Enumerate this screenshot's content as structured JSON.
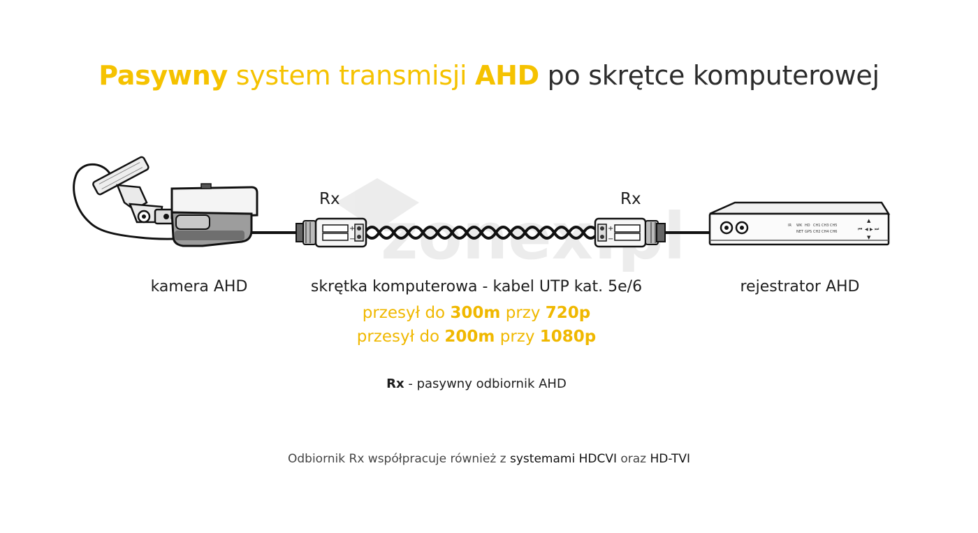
{
  "title": {
    "part1": "Pasywny",
    "part2": " system transmisji ",
    "part3": "AHD",
    "part4": " po skrętce komputerowej"
  },
  "watermark": "zonex.pl",
  "rx_left": "Rx",
  "rx_right": "Rx",
  "camera_label": "kamera AHD",
  "cable_label": "skrętka komputerowa - kabel UTP kat. 5e/6",
  "transmission": [
    {
      "a": "przesył do ",
      "dist": "300m",
      "b": " przy ",
      "res": "720p"
    },
    {
      "a": "przesył do ",
      "dist": "200m",
      "b": " przy ",
      "res": "1080p"
    }
  ],
  "recorder_label": "rejestrator AHD",
  "legend": {
    "key": "Rx",
    "desc": " - pasywny odbiornik AHD"
  },
  "note": {
    "a": "Odbiornik Rx współpracuje również z ",
    "b": "systemami HDCVI",
    "c": " oraz ",
    "d": "HD-TVI"
  },
  "recorder_panel": {
    "row1": [
      "IR",
      "WK",
      "HD",
      "CH1",
      "CH3",
      "CH5"
    ],
    "row2": [
      "NET",
      "GPS",
      "CH2",
      "CH4",
      "CH6"
    ],
    "controls": [
      "▲",
      "⏮",
      "◀",
      "▶",
      "⏭",
      "▼"
    ]
  },
  "balun_signs": [
    "+",
    "−"
  ],
  "colors": {
    "accent": "#f5c200",
    "text": "#222222",
    "line": "#111111"
  }
}
